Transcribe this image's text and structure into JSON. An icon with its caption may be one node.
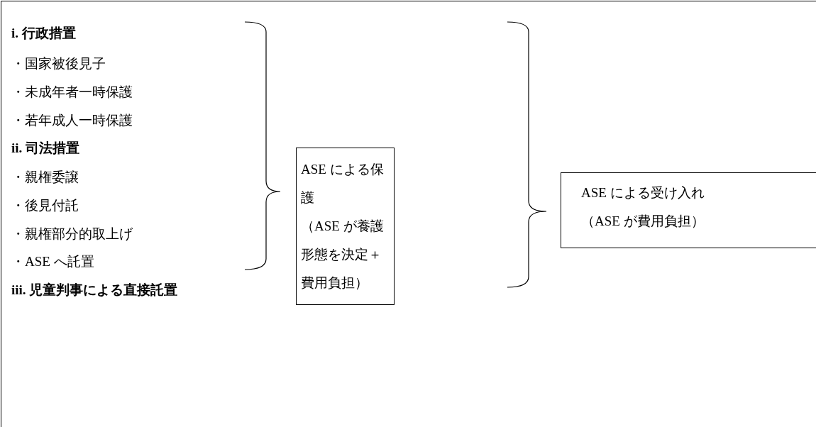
{
  "diagram": {
    "nodes": [
      {
        "text": [
          "ASE による保護",
          "（ASE が養護形態を決定＋費用負担）"
        ]
      },
      {
        "text": [
          "ASE による受け入れ",
          "（ASE が費用負担）"
        ]
      }
    ],
    "labels": [
      "i. 行政措置",
      "・国家被後見子",
      "・未成年者一時保護",
      "・若年成人一時保護",
      "ii. 司法措置",
      "・親権委譲",
      "・後見付託",
      "・親権部分的取上げ",
      "・ASE へ託置",
      "iii. 児童判事による直接託置"
    ]
  }
}
